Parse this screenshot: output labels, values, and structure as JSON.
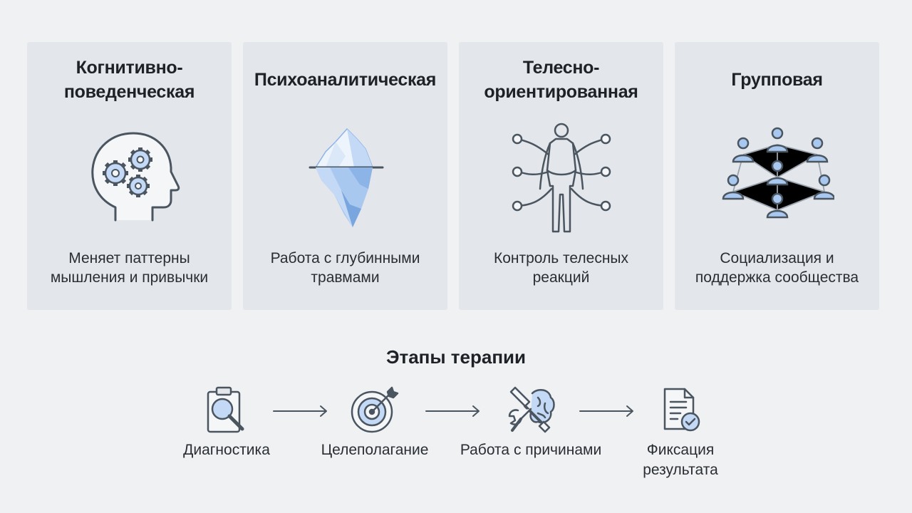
{
  "colors": {
    "background": "#eff1f3",
    "card": "#e3e6ea",
    "accent_light": "#c4d9f5",
    "accent_mid": "#8db4e6",
    "stroke": "#4a5560"
  },
  "cards": [
    {
      "title": "Когнитивно-\nповеденческая",
      "icon": "head-gears-icon",
      "description": "Меняет паттерны\nмышления и привычки"
    },
    {
      "title": "Психоаналитическая",
      "icon": "iceberg-icon",
      "description": "Работа с глубинными\nтравмами"
    },
    {
      "title": "Телесно-\nориентированная",
      "icon": "body-network-icon",
      "description": "Контроль телесных\nреакций"
    },
    {
      "title": "Групповая",
      "icon": "group-network-icon",
      "description": "Социализация и\nподдержка сообщества"
    }
  ],
  "stages_title": "Этапы терапии",
  "stages": [
    {
      "label": "Диагностика",
      "icon": "clipboard-magnifier-icon"
    },
    {
      "label": "Целеполагание",
      "icon": "target-arrow-icon"
    },
    {
      "label": "Работа с причинами",
      "icon": "tools-brain-icon"
    },
    {
      "label": "Фиксация\nрезультата",
      "icon": "document-check-icon"
    }
  ]
}
